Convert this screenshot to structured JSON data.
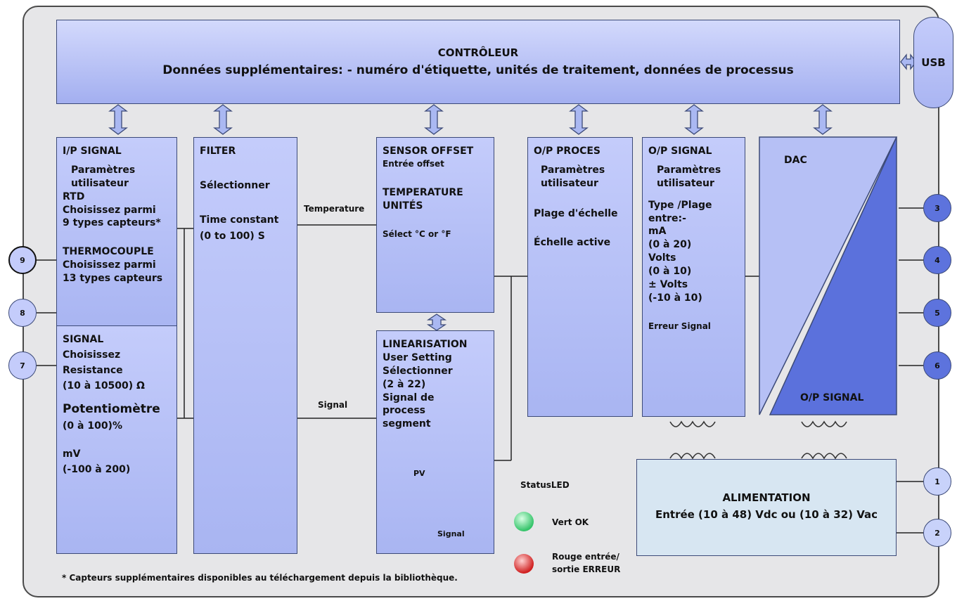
{
  "controller": {
    "title": "CONTRÔLEUR",
    "subtitle": "Données supplémentaires: - numéro d'étiquette, unités de traitement, données de processus"
  },
  "usb": "USB",
  "ip_signal": {
    "title": "I/P SIGNAL",
    "user_params": "Paramètres utilisateur",
    "rtd": "RTD",
    "rtd_choose": "Choisissez parmi",
    "rtd_types": "9 types capteurs*",
    "thermocouple": "THERMOCOUPLE",
    "tc_choose": "Choisissez parmi",
    "tc_types": "13 types capteurs"
  },
  "signal_block": {
    "title": "SIGNAL",
    "choose": "Choisissez",
    "resistance": "Resistance",
    "resistance_range": "(10 à 10500) Ω",
    "potentiometer": "Potentiomètre",
    "pot_range": "(0 à 100)%",
    "mv": "mV",
    "mv_range": "(-100 à 200)"
  },
  "filter": {
    "title": "FILTER",
    "select": "Sélectionner",
    "time_constant": "Time constant",
    "range": "(0 to 100) S"
  },
  "sensor_offset": {
    "title": "SENSOR OFFSET",
    "input": "Entrée offset",
    "temp_title": "TEMPERATURE",
    "units": "UNITÉS",
    "select": "Sélect °C or °F"
  },
  "linearisation": {
    "title": "LINEARISATION",
    "user_setting": "User Setting",
    "select": "Sélectionner",
    "range": "(2 à 22)",
    "signal_de": "Signal de",
    "process": "process",
    "segment": "segment",
    "graph_pv": "PV",
    "graph_signal": "Signal"
  },
  "op_proces": {
    "title": "O/P PROCES",
    "user_params": "Paramètres utilisateur",
    "scale_range": "Plage d'échelle",
    "active_scale": "Échelle active"
  },
  "op_signal": {
    "title": "O/P SIGNAL",
    "user_params": "Paramètres utilisateur",
    "type_range": "Type /Plage",
    "between": "entre:-",
    "ma": "mA",
    "ma_range": "(0 à 20)",
    "volts": "Volts",
    "volts_range": "(0 à 10)",
    "pm_volts": "± Volts",
    "pm_volts_range": "(-10 à 10)",
    "error_signal": "Erreur Signal"
  },
  "dac": {
    "title": "DAC",
    "op_signal": "O/P SIGNAL"
  },
  "power": {
    "title": "ALIMENTATION",
    "input": "Entrée (10 à 48) Vdc ou (10 à 32) Vac"
  },
  "labels": {
    "temperature": "Temperature",
    "signal": "Signal"
  },
  "status": {
    "title": "StatusLED",
    "green": "Vert OK",
    "red_line1": "Rouge entrée/",
    "red_line2": "sortie ERREUR",
    "green_color": "#35c46a",
    "red_color": "#d02020"
  },
  "footnote": "* Capteurs supplémentaires disponibles au téléchargement depuis la bibliothèque.",
  "pins": {
    "p1": "1",
    "p2": "2",
    "p3": "3",
    "p4": "4",
    "p5": "5",
    "p6": "6",
    "p7": "7",
    "p8": "8",
    "p9": "9"
  }
}
